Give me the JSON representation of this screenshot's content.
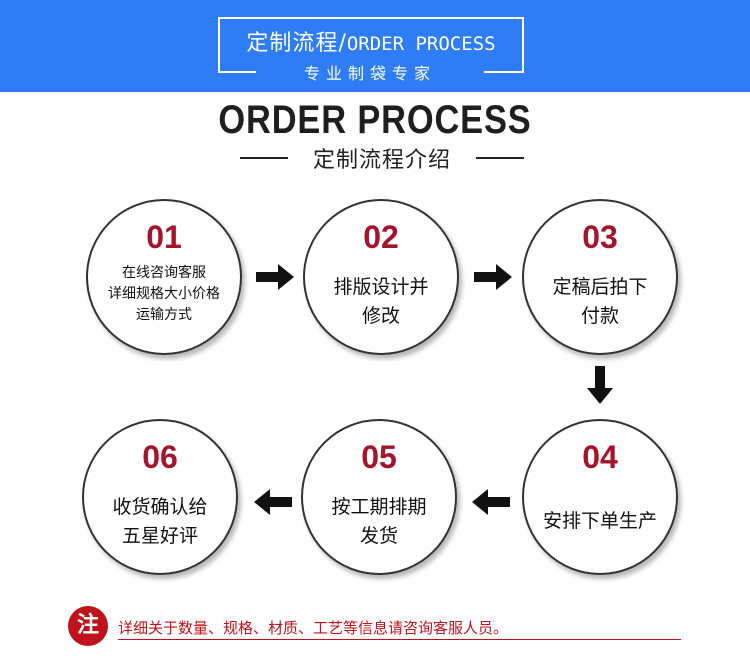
{
  "banner": {
    "title_cn": "定制流程",
    "separator": "/",
    "title_en": "ORDER PROCESS",
    "subtitle": "专业制袋专家"
  },
  "heading": {
    "title": "ORDER PROCESS",
    "subtitle": "定制流程介绍"
  },
  "steps": [
    {
      "num": "01",
      "text": "在线咨询客服\n详细规格大小价格\n运输方式"
    },
    {
      "num": "02",
      "text": "排版设计并\n修改"
    },
    {
      "num": "03",
      "text": "定稿后拍下\n付款"
    },
    {
      "num": "04",
      "text": "安排下单生产"
    },
    {
      "num": "05",
      "text": "按工期排期\n发货"
    },
    {
      "num": "06",
      "text": "收货确认给\n五星好评"
    }
  ],
  "note": {
    "badge": "注",
    "text": "详细关于数量、规格、材质、工艺等信息请咨询客服人员。"
  },
  "colors": {
    "banner_bg": "#2e7cf6",
    "step_number": "#a5142a",
    "note_red": "#c0121a"
  }
}
